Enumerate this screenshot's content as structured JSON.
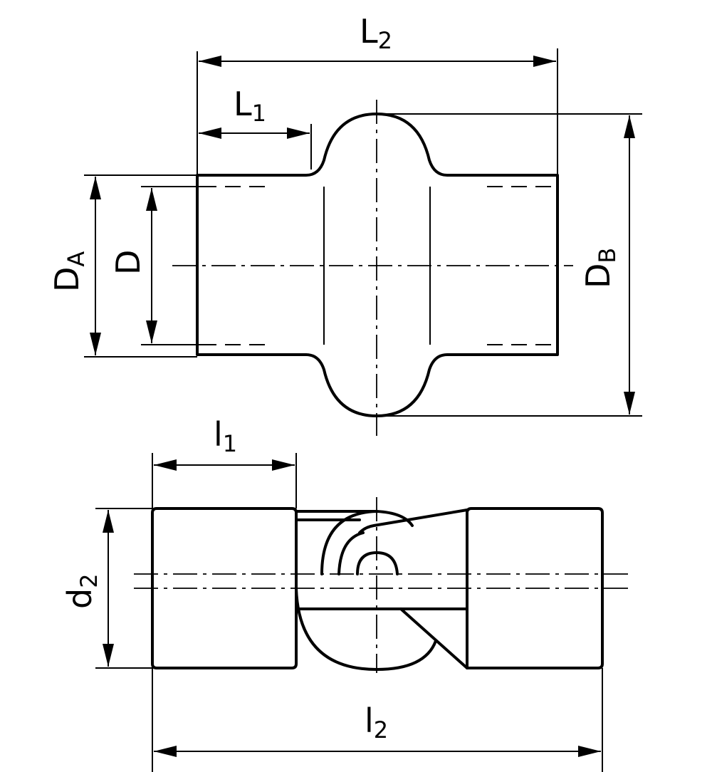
{
  "diagram": {
    "labels": {
      "L2": {
        "main": "L",
        "sub": "2"
      },
      "L1": {
        "main": "L",
        "sub": "1"
      },
      "DA": {
        "main": "D",
        "sub": "A"
      },
      "D": {
        "main": "D",
        "sub": ""
      },
      "DB": {
        "main": "D",
        "sub": "B"
      },
      "l1": {
        "main": "l",
        "sub": "1"
      },
      "d2": {
        "main": "d",
        "sub": "2"
      },
      "l2": {
        "main": "l",
        "sub": "2"
      }
    }
  }
}
